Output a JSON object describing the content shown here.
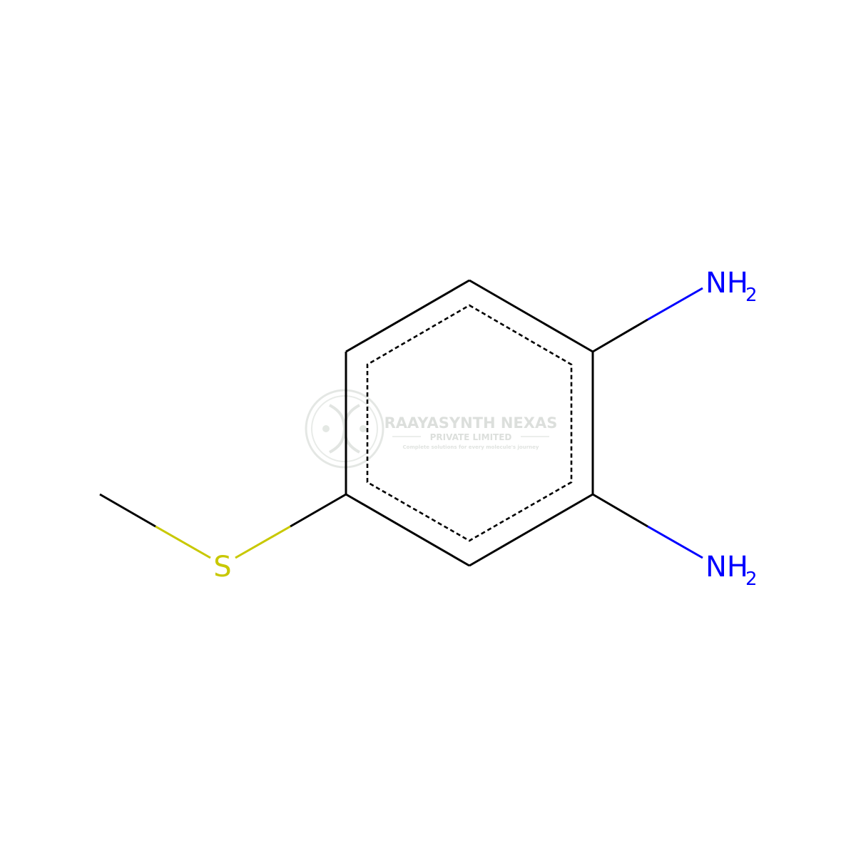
{
  "molecule": {
    "atoms": {
      "amine_top": {
        "symbol": "NH",
        "subscript": "2"
      },
      "amine_bottom": {
        "symbol": "NH",
        "subscript": "2"
      },
      "sulfur": {
        "symbol": "S"
      }
    }
  },
  "watermark": {
    "company": "RAAYASYNTH NEXAS",
    "subtitle": "PRIVATE LIMITED",
    "tagline": "Complete solutions for every molecule's journey"
  },
  "colors": {
    "bond": "#000000",
    "nitrogen": "#0000ff",
    "sulfur": "#c8c800",
    "watermark": "#d9dcd9"
  }
}
